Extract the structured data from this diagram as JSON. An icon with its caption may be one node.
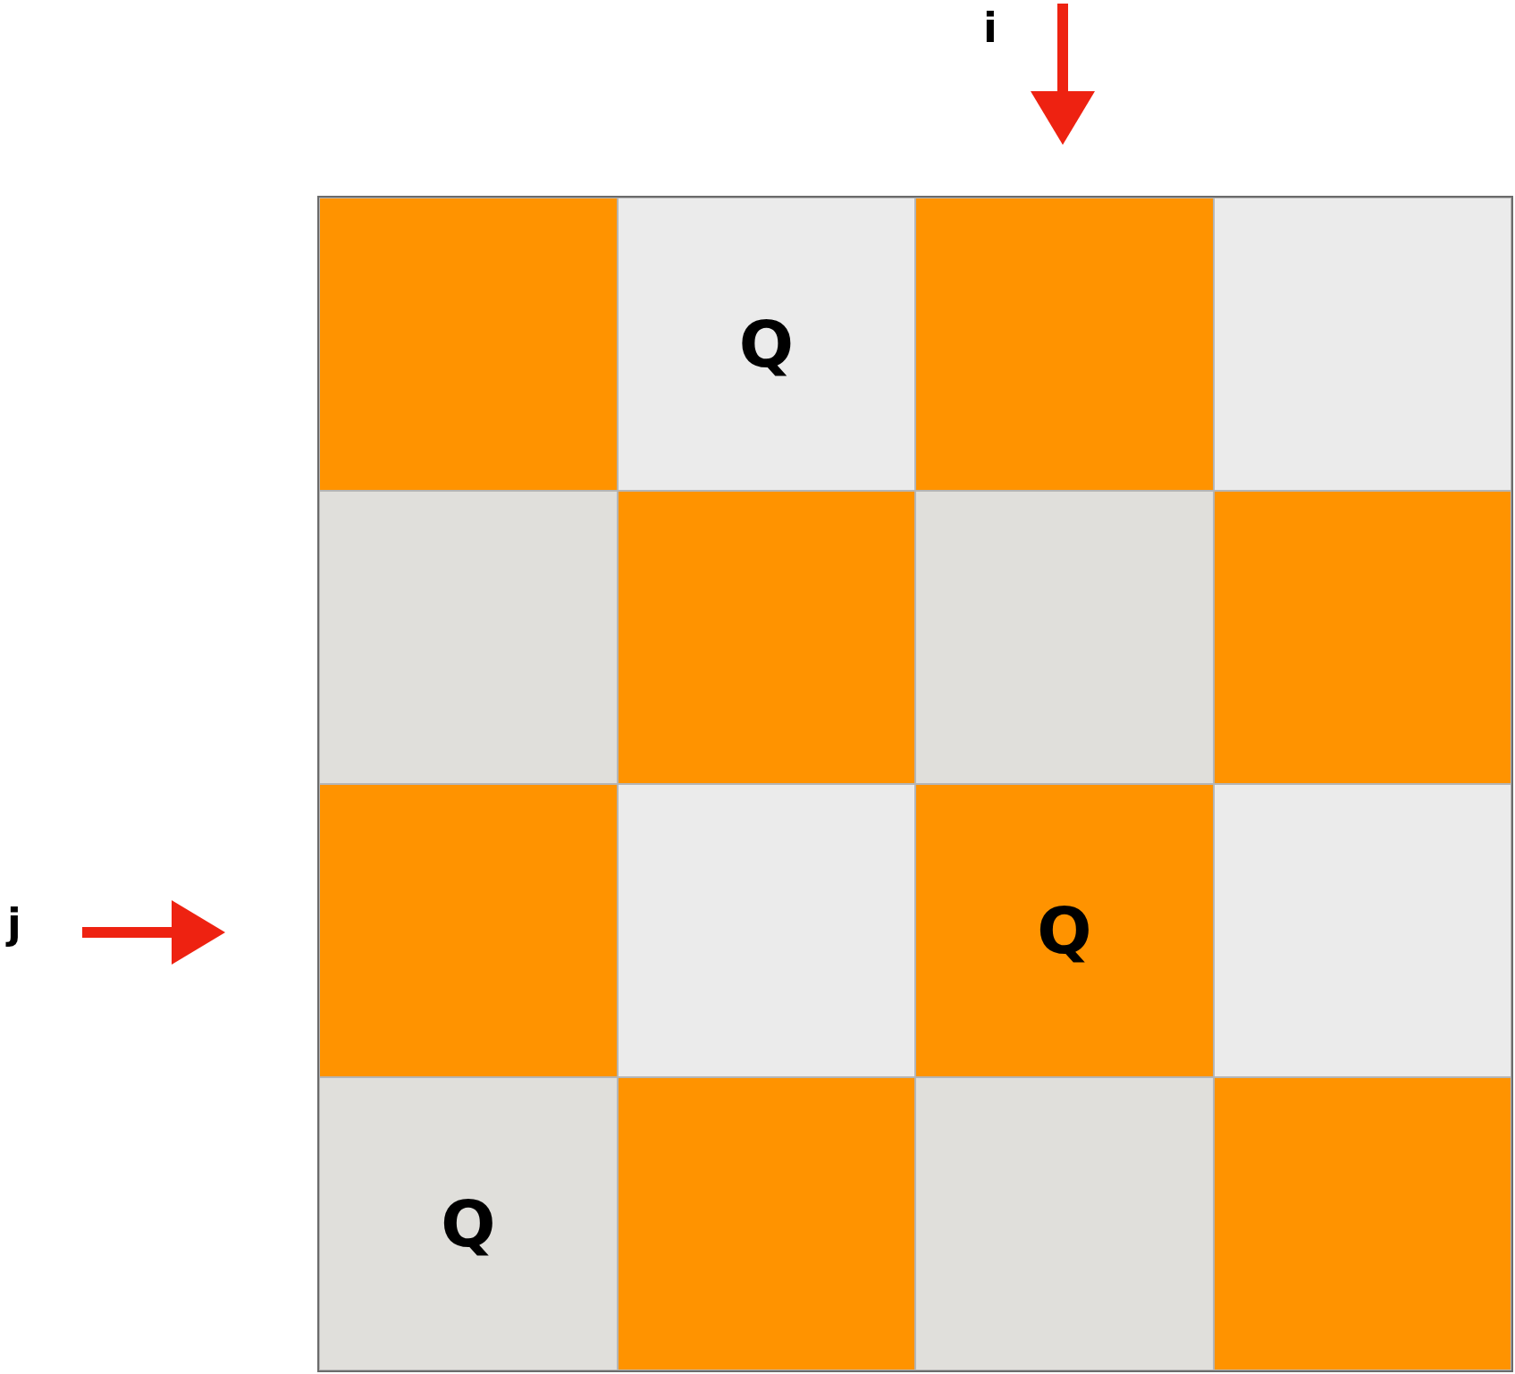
{
  "diagram": {
    "nodes": [
      {
        "text": [],
        "shape": "box"
      },
      {
        "text": [
          "Q"
        ]
      },
      {
        "text": [],
        "shape": "box"
      },
      {
        "text": [],
        "shape": "box"
      },
      {
        "text": [],
        "shape": "box"
      },
      {
        "text": [],
        "shape": "box"
      },
      {
        "text": [],
        "shape": "box"
      },
      {
        "text": [],
        "shape": "box"
      },
      {
        "text": [],
        "shape": "box"
      },
      {
        "text": [],
        "shape": "box"
      },
      {
        "text": [
          "Q"
        ]
      },
      {
        "text": [],
        "shape": "box"
      },
      {
        "text": [
          "Q"
        ]
      },
      {
        "text": [],
        "shape": "box"
      },
      {
        "text": [],
        "shape": "box"
      },
      {
        "text": [],
        "shape": "box"
      }
    ],
    "labels": [
      "i",
      "j"
    ]
  }
}
